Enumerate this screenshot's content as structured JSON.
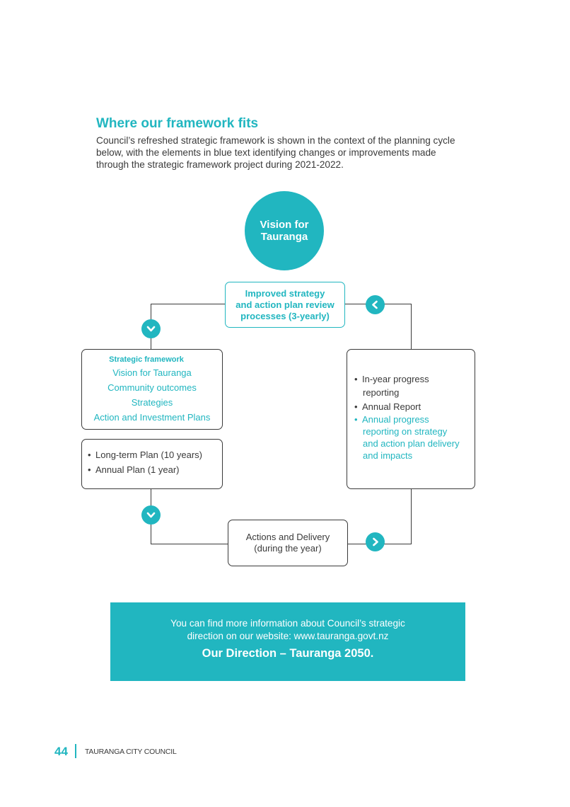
{
  "heading": "Where our framework fits",
  "intro": {
    "line1": "Council’s refreshed strategic framework is shown in the context of the planning cycle",
    "line2": "below, with the elements in blue text identifying changes or improvements made",
    "line3": "through the strategic framework project during 2021-2022."
  },
  "diagram": {
    "vision": {
      "line1": "Vision for",
      "line2": "Tauranga"
    },
    "review": {
      "line1": "Improved strategy",
      "line2": "and action plan review",
      "line3": "processes (3-yearly)"
    },
    "strategic_framework": {
      "heading": "Strategic framework",
      "items": [
        "Vision for Tauranga",
        "Community outcomes",
        "Strategies",
        "Action and Investment Plans"
      ]
    },
    "plans": [
      "Long-term Plan (10 years)",
      "Annual Plan (1 year)"
    ],
    "reporting": {
      "item1": {
        "line1": "In-year progress",
        "line2": "reporting"
      },
      "item2": "Annual Report",
      "item3": {
        "line1": "Annual progress",
        "line2": "reporting on strategy",
        "line3": "and action plan delivery",
        "line4": "and impacts"
      }
    },
    "actions": {
      "line1": "Actions and Delivery",
      "line2": "(during the year)"
    },
    "bullet": "•"
  },
  "info_box": {
    "line1": "You can find more information about Council’s strategic",
    "line2": "direction on our website: www.tauranga.govt.nz",
    "line3": "Our Direction – Tauranga 2050."
  },
  "footer": {
    "page_number": "44",
    "organisation": "TAURANGA CITY COUNCIL"
  },
  "colors": {
    "accent": "#21b6c0",
    "text": "#3a3a3a"
  }
}
